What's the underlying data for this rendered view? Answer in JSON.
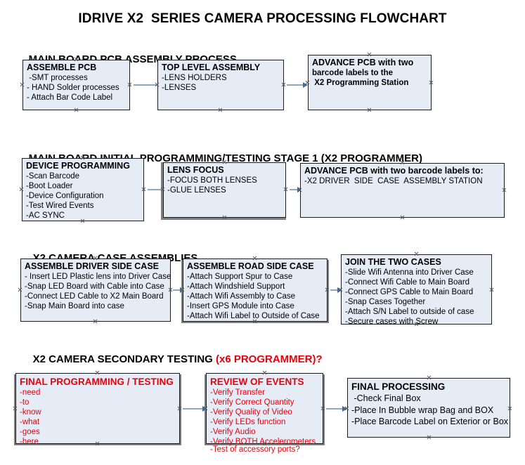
{
  "document": {
    "title": "IDRIVE X2  SERIES CAMERA PROCESSING FLOWCHART"
  },
  "colors": {
    "box_fill": "#e6ecf6",
    "box_border": "#1b1b1b",
    "shadow": "#7f7f7f",
    "connector": "#8ea9c4",
    "arrowhead": "#49699a",
    "text": "#000000",
    "accent_red": "#e8000d"
  },
  "sections": [
    {
      "heading": "MAIN BOARD PCB ASSEMBLY PROCESS",
      "heading_accent": "",
      "nodes": [
        {
          "title": "ASSEMBLE PCB",
          "lines": [
            " -SMT processes",
            "- HAND Solder processes",
            "- Attach Bar Code Label"
          ]
        },
        {
          "title": "TOP LEVEL ASSEMBLY",
          "lines": [
            "-LENS HOLDERS",
            "-LENSES"
          ]
        },
        {
          "title": "ADVANCE PCB with two",
          "lines": [
            "barcode labels to the",
            " X2 Programming Station"
          ]
        }
      ]
    },
    {
      "heading": "MAIN BOARD INITIAL PROGRAMMING/TESTING STAGE 1 (X2 PROGRAMMER)",
      "heading_accent": "",
      "nodes": [
        {
          "title": "DEVICE PROGRAMMING",
          "lines": [
            "-Scan Barcode",
            "-Boot Loader",
            "-Device Configuration",
            "-Test Wired Events",
            "-AC SYNC"
          ]
        },
        {
          "title": "LENS FOCUS",
          "lines": [
            "-FOCUS BOTH LENSES",
            "-GLUE LENSES"
          ]
        },
        {
          "title": "ADVANCE PCB with two barcode labels to:",
          "lines": [
            "-X2 DRIVER  SIDE  CASE  ASSEMBLY STATION"
          ]
        }
      ]
    },
    {
      "heading": "X2 CAMERA CASE ASSEMBLIES",
      "heading_accent": "",
      "nodes": [
        {
          "title": "ASSEMBLE DRIVER SIDE CASE",
          "lines": [
            "- Insert LED Plastic lens into Driver Case",
            "-Snap LED Board with Cable into Case",
            "-Connect LED Cable to X2 Main Board",
            "-Snap Main Board into case"
          ]
        },
        {
          "title": "ASSEMBLE ROAD SIDE CASE",
          "lines": [
            "-Attach Support Spur to Case",
            "-Attach Windshield Support",
            "-Attach Wifi Assembly to Case",
            "-Insert GPS Module into Case",
            "-Attach Wifi Label to Outside of Case"
          ]
        },
        {
          "title": "JOIN THE TWO CASES",
          "lines": [
            "-Slide Wifi Antenna into Driver Case",
            "-Connect Wifi Cable to Main Board",
            "-Connect GPS Cable to Main Board",
            "-Snap Cases Together",
            "-Attach S/N Label to outside of case",
            "-Secure cases with Screw"
          ]
        }
      ]
    },
    {
      "heading": "X2 CAMERA SECONDARY TESTING ",
      "heading_accent": "(x6 PROGRAMMER)?",
      "nodes": [
        {
          "title": "FINAL PROGRAMMING / TESTING",
          "lines": [
            "-need",
            "-to",
            "-know",
            "-what",
            "-goes",
            "-here"
          ]
        },
        {
          "title": "REVIEW OF EVENTS",
          "lines": [
            "-Verify Transfer",
            "-Verify Correct Quantity",
            "-Verify Quality of Video",
            "-Verify LEDs function",
            "-Verify Audio",
            "-Verify BOTH Accelerometers"
          ],
          "overflow_line": "-Test of accessory ports?"
        },
        {
          "title": "FINAL PROCESSING",
          "lines": [
            " -Check Final Box",
            "-Place In Bubble wrap Bag and BOX",
            "-Place Barcode Label on Exterior or Box"
          ]
        }
      ]
    }
  ]
}
